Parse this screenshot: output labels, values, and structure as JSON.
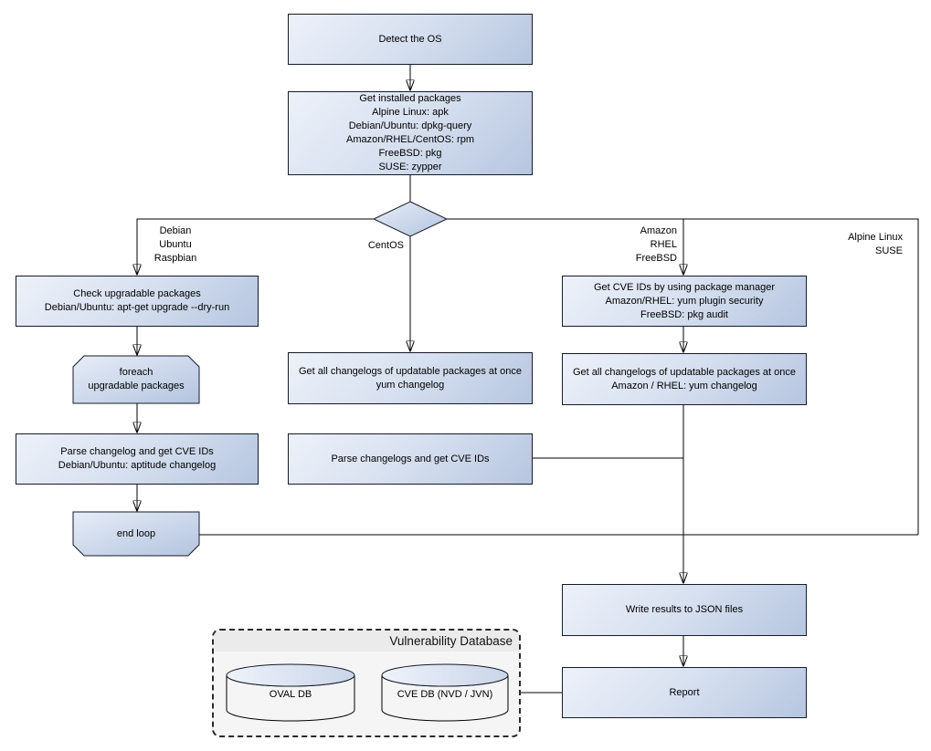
{
  "nodes": {
    "detect_os": {
      "label": "Detect the OS"
    },
    "get_installed_packages": {
      "lines": [
        "Get installed packages",
        "Alpine Linux: apk",
        "Debian/Ubuntu: dpkg-query",
        "Amazon/RHEL/CentOS: rpm",
        "FreeBSD: pkg",
        "SUSE: zypper"
      ]
    },
    "check_upgradable": {
      "lines": [
        "Check upgradable packages",
        "Debian/Ubuntu: apt-get upgrade --dry-run"
      ]
    },
    "foreach_loop": {
      "lines": [
        "foreach",
        "upgradable  packages"
      ]
    },
    "parse_changelog_debian": {
      "lines": [
        "Parse changelog and get  CVE IDs",
        "Debian/Ubuntu: aptitude changelog"
      ]
    },
    "end_loop": {
      "label": "end loop"
    },
    "centos_changelogs": {
      "lines": [
        "Get all changelogs of updatable packages at once",
        "yum changelog"
      ]
    },
    "centos_parse": {
      "label": "Parse changelogs and get CVE IDs"
    },
    "get_cve_ids_pkg_manager": {
      "lines": [
        "Get CVE IDs by using package manager",
        "Amazon/RHEL: yum plugin security",
        "FreeBSD: pkg audit"
      ]
    },
    "amazon_changelogs": {
      "lines": [
        "Get all changelogs of updatable packages at once",
        "Amazon / RHEL: yum changelog"
      ]
    },
    "write_results": {
      "label": "Write results to JSON files"
    },
    "report": {
      "label": "Report"
    }
  },
  "edge_labels": {
    "debian_branch": [
      "Debian",
      "Ubuntu",
      "Raspbian"
    ],
    "centos_branch": "CentOS",
    "amazon_branch": [
      "Amazon",
      "RHEL",
      "FreeBSD"
    ],
    "alpine_branch": [
      "Alpine Linux",
      "SUSE"
    ]
  },
  "database": {
    "title": "Vulnerability Database",
    "cylinders": [
      {
        "label": "OVAL DB"
      },
      {
        "label": "CVE DB (NVD / JVN)"
      }
    ]
  },
  "colors": {
    "node_fill_light": "#edf1f9",
    "node_fill_dark": "#b6c6e0",
    "node_border": "#161b29",
    "connector_line": "#000000",
    "db_container_bg": "#f5f5f5",
    "db_header_bg": "#ebebeb"
  }
}
